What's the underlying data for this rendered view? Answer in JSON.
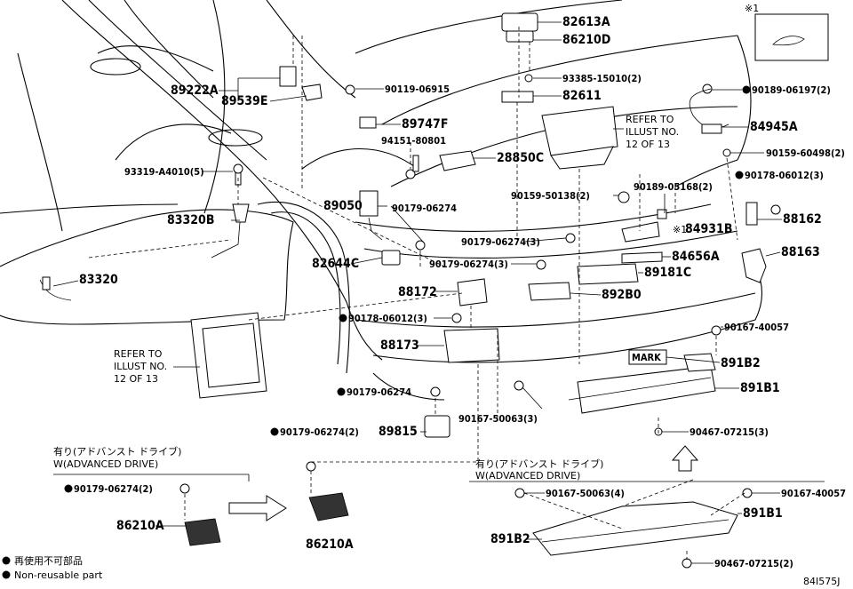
{
  "parts": [
    {
      "id": "p82613A",
      "label": "82613A"
    },
    {
      "id": "p86210D",
      "label": "86210D"
    },
    {
      "id": "p93385",
      "label": "93385-15010(2)"
    },
    {
      "id": "p82611",
      "label": "82611"
    },
    {
      "id": "p89222A",
      "label": "89222A"
    },
    {
      "id": "p89539E",
      "label": "89539E"
    },
    {
      "id": "p90119",
      "label": "90119-06915"
    },
    {
      "id": "p89747F",
      "label": "89747F"
    },
    {
      "id": "p94151",
      "label": "94151-80801"
    },
    {
      "id": "p28850C",
      "label": "28850C"
    },
    {
      "id": "p90189a",
      "label": "90189-06197(2)"
    },
    {
      "id": "p84945A",
      "label": "84945A"
    },
    {
      "id": "p90159a",
      "label": "90159-60498(2)"
    },
    {
      "id": "p90178a",
      "label": "90178-06012(3)"
    },
    {
      "id": "p93319",
      "label": "93319-A4010(5)"
    },
    {
      "id": "p90159b",
      "label": "90159-50138(2)"
    },
    {
      "id": "p90189b",
      "label": "90189-05168(2)"
    },
    {
      "id": "p88162",
      "label": "88162"
    },
    {
      "id": "p89050",
      "label": "89050"
    },
    {
      "id": "p90179a",
      "label": "90179-06274"
    },
    {
      "id": "p84931B",
      "label": "84931B"
    },
    {
      "id": "p83320B",
      "label": "83320B"
    },
    {
      "id": "p90179b",
      "label": "90179-06274(3)"
    },
    {
      "id": "p84656A",
      "label": "84656A"
    },
    {
      "id": "p88163",
      "label": "88163"
    },
    {
      "id": "p82644C",
      "label": "82644C"
    },
    {
      "id": "p90179c",
      "label": "90179-06274(3)"
    },
    {
      "id": "p89181C",
      "label": "89181C"
    },
    {
      "id": "p83320",
      "label": "83320"
    },
    {
      "id": "p88172",
      "label": "88172"
    },
    {
      "id": "p89280",
      "label": "892B0"
    },
    {
      "id": "p90178b",
      "label": "90178-06012(3)"
    },
    {
      "id": "p90167a",
      "label": "90167-40057"
    },
    {
      "id": "p88173",
      "label": "88173"
    },
    {
      "id": "p891B2",
      "label": "891B2"
    },
    {
      "id": "p891B1",
      "label": "891B1"
    },
    {
      "id": "p90179d",
      "label": "90179-06274"
    },
    {
      "id": "p90167b",
      "label": "90167-50063(3)"
    },
    {
      "id": "p89815",
      "label": "89815"
    },
    {
      "id": "p90467a",
      "label": "90467-07215(3)"
    },
    {
      "id": "p90179e",
      "label": "90179-06274(2)"
    },
    {
      "id": "p90179f",
      "label": "90179-06274(2)"
    },
    {
      "id": "p86210A_l",
      "label": "86210A"
    },
    {
      "id": "p86210A_r",
      "label": "86210A"
    },
    {
      "id": "p90167c",
      "label": "90167-50063(4)"
    },
    {
      "id": "p90167d",
      "label": "90167-40057"
    },
    {
      "id": "p891B1b",
      "label": "891B1"
    },
    {
      "id": "p891B2b",
      "label": "891B2"
    },
    {
      "id": "p90467b",
      "label": "90467-07215(2)"
    }
  ],
  "refer_right": [
    "REFER TO",
    "ILLUST NO.",
    "12 OF 13"
  ],
  "refer_left": [
    "REFER TO",
    "ILLUST NO.",
    "12 OF 13"
  ],
  "mark_label": "MARK",
  "note1_marker": "※1",
  "note1_ref": "※1",
  "adv_left": {
    "jp": "有り(アドバンスト ドライブ)",
    "en": "W(ADVANCED DRIVE)"
  },
  "adv_right": {
    "jp": "有り(アドバンスト ドライブ)",
    "en": "W(ADVANCED DRIVE)"
  },
  "legend": {
    "jp": "再使用不可部品",
    "en": "Non-reusable part"
  },
  "diagram_id": "84I575J"
}
